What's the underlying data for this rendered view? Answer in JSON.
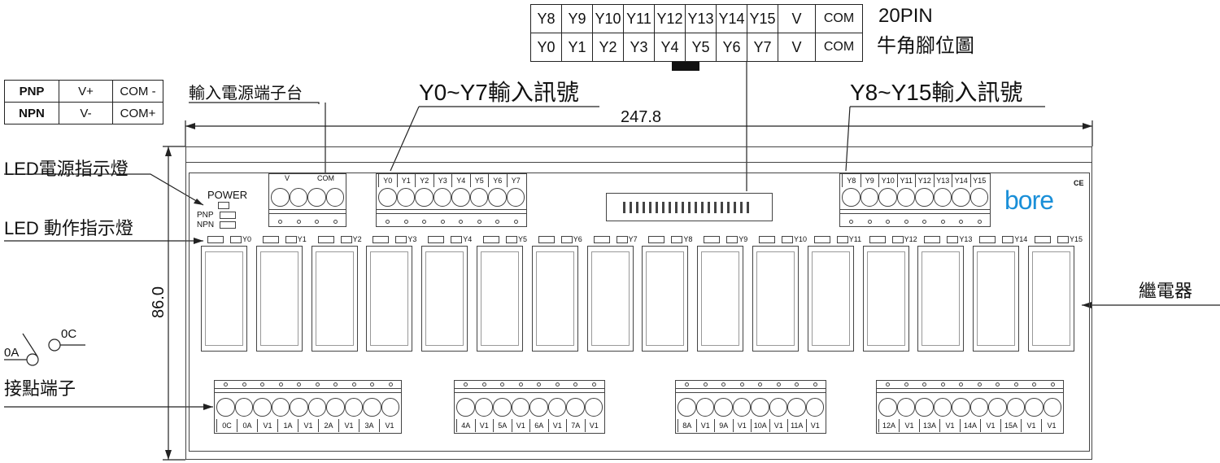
{
  "pin_table": {
    "top": [
      "Y8",
      "Y9",
      "Y10",
      "Y11",
      "Y12",
      "Y13",
      "Y14",
      "Y15",
      "V",
      "COM"
    ],
    "bottom": [
      "Y0",
      "Y1",
      "Y2",
      "Y3",
      "Y4",
      "Y5",
      "Y6",
      "Y7",
      "V",
      "COM"
    ],
    "title1": "20PIN",
    "title2": "牛角腳位圖"
  },
  "polarity_table": [
    [
      "PNP",
      "V+",
      "COM -"
    ],
    [
      "NPN",
      "V-",
      "COM+"
    ]
  ],
  "callouts": {
    "power_terminal": "輸入電源端子台",
    "y0_y7": "Y0~Y7輸入訊號",
    "y8_y15": "Y8~Y15輸入訊號",
    "led_power": "LED電源指示燈",
    "led_action": "LED 動作指示燈",
    "contact": "接點端子",
    "relay": "繼電器"
  },
  "dimensions": {
    "width": "247.8",
    "height": "86.0"
  },
  "contact_symbol": {
    "c": "0C",
    "a": "0A"
  },
  "board": {
    "power": "POWER",
    "pnp": "PNP",
    "npn": "NPN",
    "brand": "bore",
    "ce": "CE",
    "power_terms": [
      "V",
      "COM"
    ],
    "in_a": [
      "Y0",
      "Y1",
      "Y2",
      "Y3",
      "Y4",
      "Y5",
      "Y6",
      "Y7"
    ],
    "in_b": [
      "Y8",
      "Y9",
      "Y10",
      "Y11",
      "Y12",
      "Y13",
      "Y14",
      "Y15"
    ],
    "leds": [
      "Y0",
      "Y1",
      "Y2",
      "Y3",
      "Y4",
      "Y5",
      "Y6",
      "Y7",
      "Y8",
      "Y9",
      "Y10",
      "Y11",
      "Y12",
      "Y13",
      "Y14",
      "Y15"
    ],
    "out_groups": [
      [
        "0C",
        "0A",
        "V1",
        "1A",
        "V1",
        "2A",
        "V1",
        "3A",
        "V1"
      ],
      [
        "4A",
        "V1",
        "5A",
        "V1",
        "6A",
        "V1",
        "7A",
        "V1"
      ],
      [
        "8A",
        "V1",
        "9A",
        "V1",
        "10A",
        "V1",
        "11A",
        "V1"
      ],
      [
        "12A",
        "V1",
        "13A",
        "V1",
        "14A",
        "V1",
        "15A",
        "V1",
        "V1"
      ]
    ]
  }
}
